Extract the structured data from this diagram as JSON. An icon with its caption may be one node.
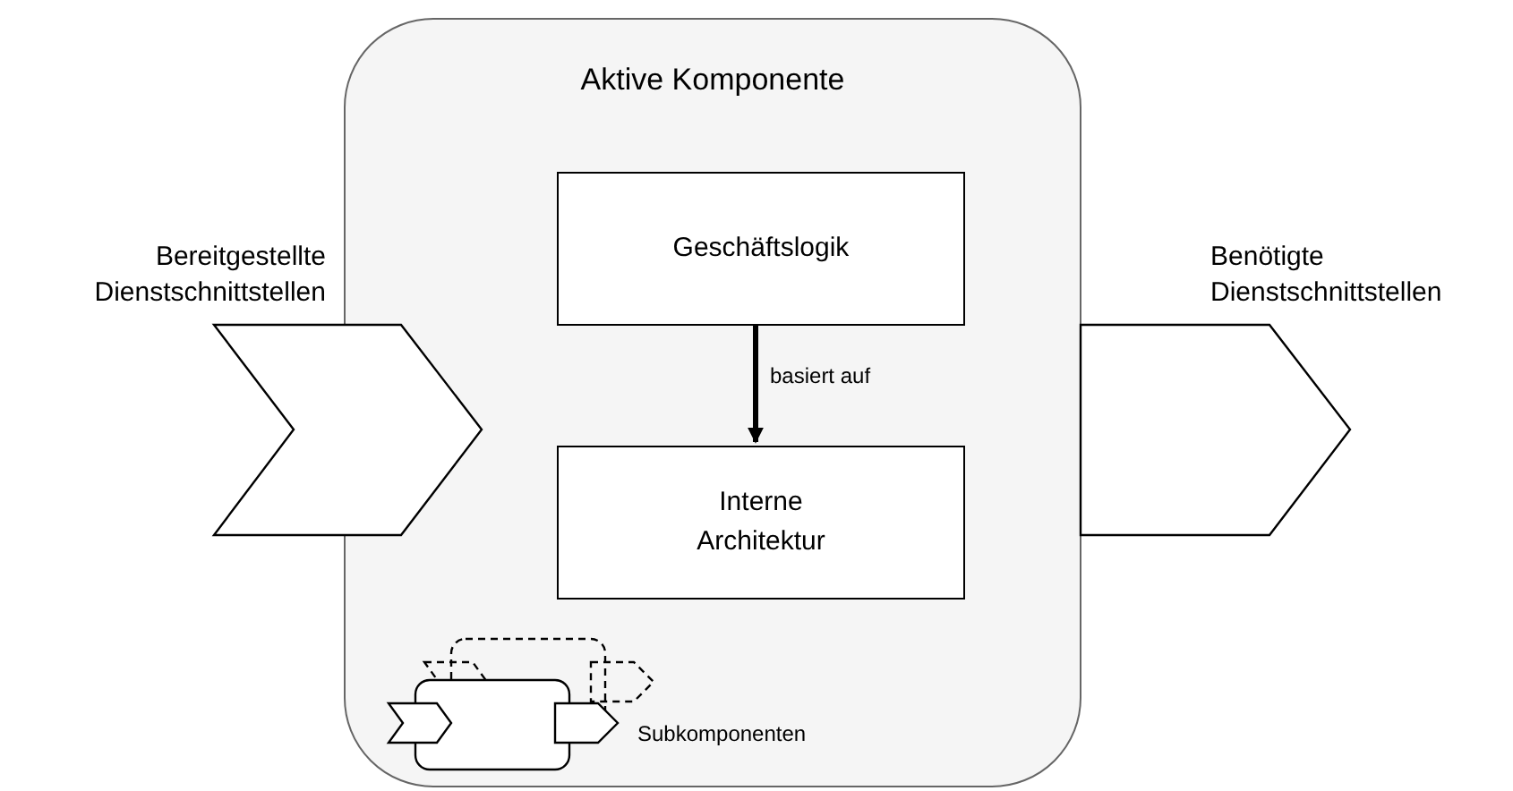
{
  "diagram": {
    "nodes": [
      {
        "text": [
          "Aktive Komponente"
        ]
      },
      {
        "text": [
          "Geschäftslogik"
        ],
        "in": 0
      },
      {
        "text": [
          "Interne Architektur"
        ],
        "in": 0
      },
      {
        "text": [
          "Bereitgestellte Dienstschnittstellen"
        ]
      },
      {
        "text": [
          "Benötigte Dienstschnittstellen"
        ]
      }
    ],
    "edges": [
      {
        "from": 1,
        "to": 2,
        "arrow": "to",
        "label": "basiert auf"
      }
    ],
    "labels": [
      "Subkomponenten"
    ]
  }
}
